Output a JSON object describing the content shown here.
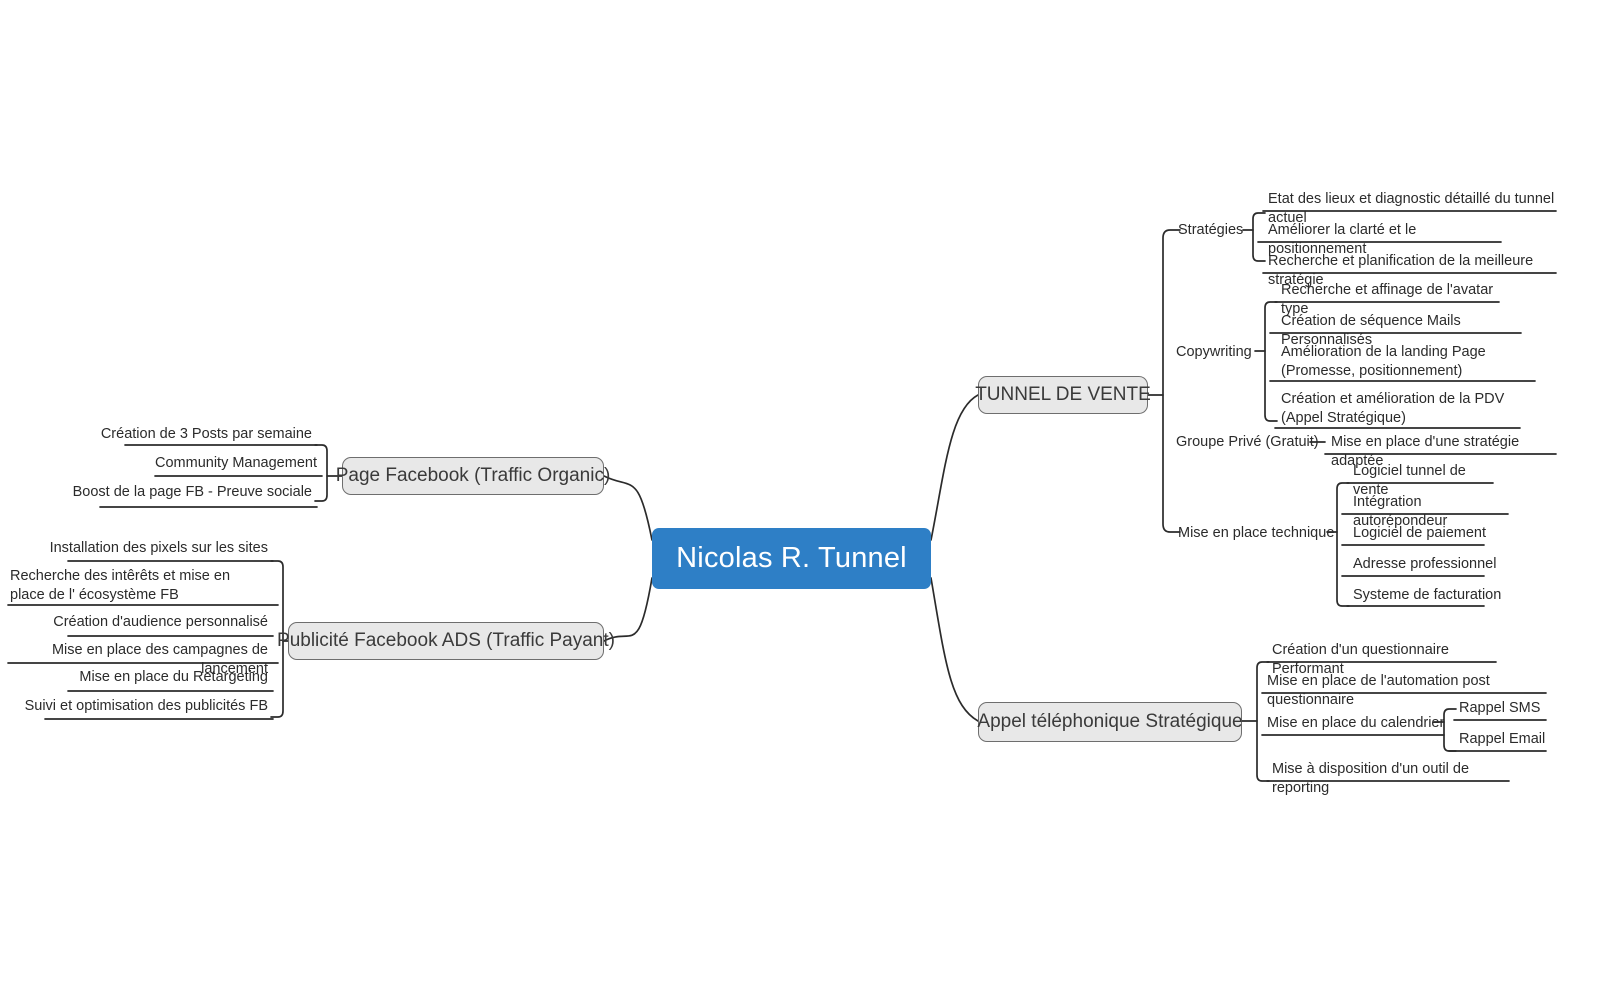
{
  "title": "Nicolas R. Tunnel mind map",
  "colors": {
    "root_fill": "#2e7fc6",
    "root_text": "#ffffff",
    "topic_fill": "#e8e8e8",
    "topic_border": "#6e6e6e",
    "line": "#2b2b2b",
    "text": "#2b2b2b",
    "background": "#ffffff"
  },
  "root": {
    "label": "Nicolas R. Tunnel"
  },
  "branches": {
    "tunnel_de_vente": {
      "label": "TUNNEL DE VENTE",
      "children": [
        {
          "label": "Stratégies",
          "leaves": [
            "Etat des lieux et diagnostic détaillé du tunnel actuel",
            "Améliorer la clarté et le positionnement",
            "Recherche et planification de la meilleure stratégie"
          ]
        },
        {
          "label": "Copywriting",
          "leaves": [
            "Recherche et affinage de l'avatar type",
            "Création de séquence Mails Personnalisés",
            "Amélioration de la landing Page (Promesse, positionnement)",
            "Création et amélioration de la PDV (Appel Stratégique)"
          ]
        },
        {
          "label": "Groupe Privé (Gratuit)",
          "leaves": [
            "Mise en place d'une stratégie adaptée"
          ]
        },
        {
          "label": "Mise en place technique",
          "leaves": [
            "Logiciel tunnel de vente",
            "Intégration autorépondeur",
            "Logiciel de paiement",
            "Adresse professionnel",
            "Systeme de facturation"
          ]
        }
      ]
    },
    "appel_telephonique": {
      "label": "Appel téléphonique Stratégique",
      "children": [
        {
          "label": "Création d'un questionnaire Performant",
          "leaves": []
        },
        {
          "label": "Mise en place de l'automation post questionnaire",
          "leaves": []
        },
        {
          "label": "Mise en place du calendrier",
          "leaves": [
            "Rappel SMS",
            "Rappel Email"
          ]
        },
        {
          "label": "Mise à disposition d'un outil de reporting",
          "leaves": []
        }
      ]
    },
    "page_facebook": {
      "label": "Page Facebook (Traffic Organic)",
      "children": [
        {
          "label": "Création de 3 Posts par semaine"
        },
        {
          "label": "Community Management"
        },
        {
          "label": "Boost de la page FB - Preuve sociale"
        }
      ]
    },
    "publicite_facebook_ads": {
      "label": "Publicité Facebook ADS (Traffic Payant)",
      "children": [
        {
          "label": "Installation des pixels sur les sites"
        },
        {
          "label": "Recherche des intêrêts et mise en place de l' écosystème FB"
        },
        {
          "label": "Création d'audience personnalisé"
        },
        {
          "label": "Mise en place des  campagnes de lancement"
        },
        {
          "label": "Mise en place du Retargeting"
        },
        {
          "label": "Suivi et optimisation des publicités FB"
        }
      ]
    }
  }
}
